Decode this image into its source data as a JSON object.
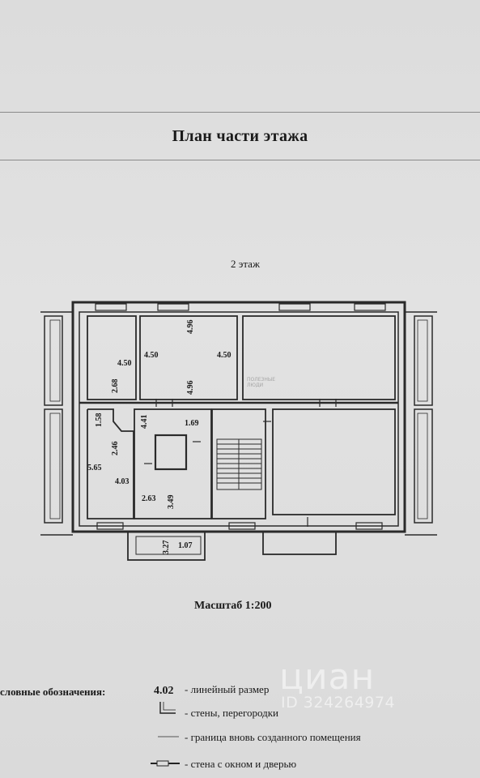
{
  "document": {
    "title": "План части этажа",
    "floor_label": "2 этаж",
    "scale": "Масштаб 1:200"
  },
  "plan": {
    "dimensions": {
      "d1": "4.96",
      "d2": "4.50",
      "d3": "4.50",
      "d4": "4.50",
      "d5": "2.68",
      "d6": "4.96",
      "d7": "1.58",
      "d8": "4.41",
      "d9": "1.69",
      "d10": "2.46",
      "d11": "5.65",
      "d12": "4.03",
      "d13": "2.63",
      "d14": "3.49",
      "d15": "3.27",
      "d16": "1.07"
    }
  },
  "legend": {
    "title": "словные обозначения:",
    "items": [
      {
        "key": "4.02",
        "text": "- линейный размер"
      },
      {
        "key": "",
        "text": "- стены, перегородки"
      },
      {
        "key": "",
        "text": "- граница вновь созданного помещения"
      },
      {
        "key": "",
        "text": "- стена с окном и дверью"
      }
    ]
  },
  "watermark": {
    "logo": "циан",
    "id": "ID 324264974",
    "small": "ПОЛЕЗНЫЕ ЛЮДИ"
  }
}
